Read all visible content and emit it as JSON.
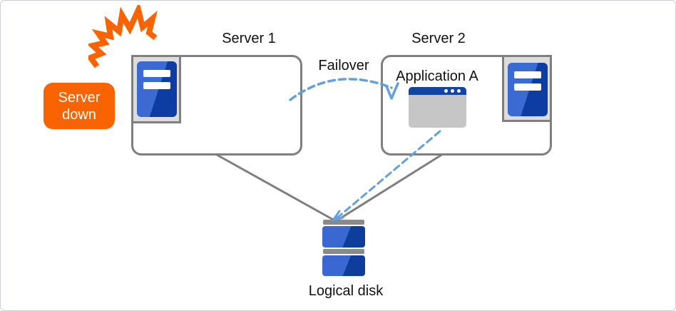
{
  "diagram": {
    "type": "failover-architecture",
    "labels": {
      "server_down": "Server down",
      "server1": "Server 1",
      "server2": "Server 2",
      "failover": "Failover",
      "application": "Application A",
      "logical_disk": "Logical disk"
    },
    "icons": {
      "explosion": "explosion-icon",
      "server1": "server-tower-icon",
      "server2": "server-tower-icon",
      "application": "app-window-icon",
      "storage": "disk-stack-icon"
    },
    "connectors": [
      {
        "name": "failover-arrow",
        "from": "server1",
        "to": "server2",
        "style": "dashed",
        "color": "#64a0dc"
      },
      {
        "name": "app-to-disk-arrow",
        "from": "application",
        "to": "logical_disk",
        "style": "dashed",
        "color": "#64a0dc"
      },
      {
        "name": "server1-disk-link",
        "from": "server1",
        "to": "logical_disk",
        "style": "solid",
        "color": "#7f7f7f"
      },
      {
        "name": "server2-disk-link",
        "from": "server2",
        "to": "logical_disk",
        "style": "solid",
        "color": "#7f7f7f"
      }
    ],
    "colors": {
      "alert_orange": "#f96302",
      "server_blue_light": "#3b6ad2",
      "server_blue_dark": "#0d3da2",
      "app_titlebar_blue": "#1244a5",
      "window_body_gray": "#c6c6c6",
      "panel_gray": "#dcdcdc",
      "border_gray": "#7f7f7f",
      "dashed_arrow_blue": "#64a0dc",
      "text_black": "#111111"
    }
  }
}
